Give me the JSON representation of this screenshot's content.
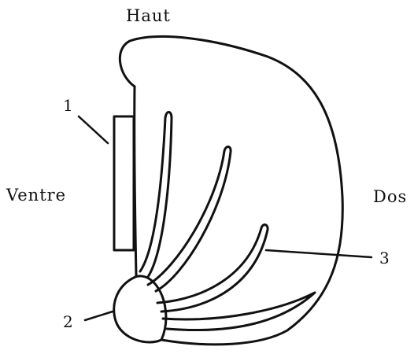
{
  "labels": {
    "top": "Haut",
    "left": "Ventre",
    "right": "Dos"
  },
  "callouts": [
    "1",
    "2",
    "3"
  ],
  "colors": {
    "ink": "#111111",
    "paper": "#ffffff"
  }
}
